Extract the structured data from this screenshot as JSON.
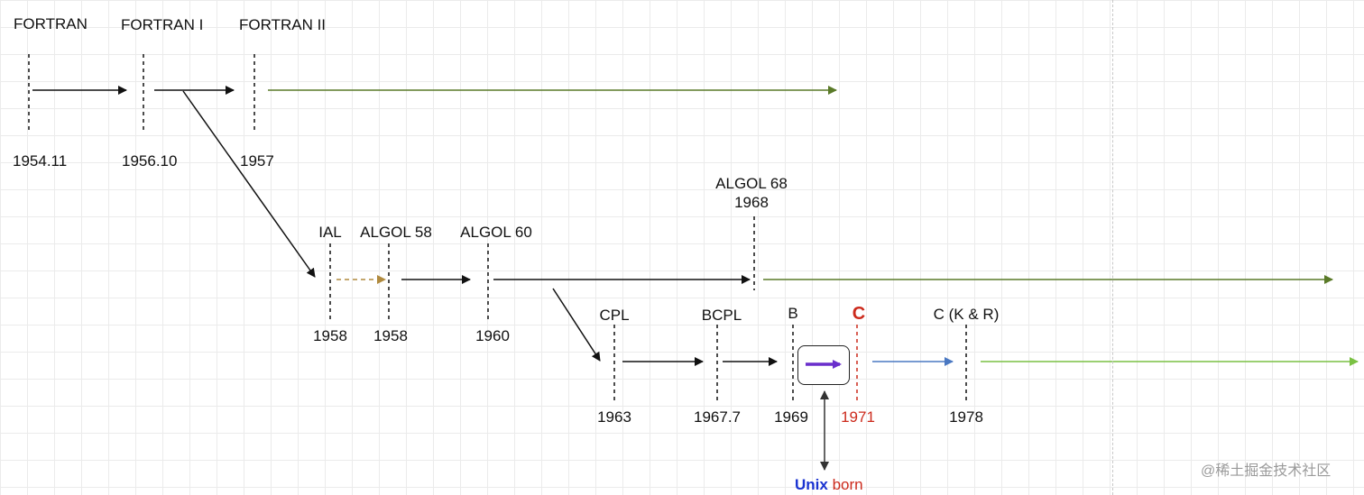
{
  "fortran": {
    "names": [
      "FORTRAN",
      "FORTRAN I",
      "FORTRAN II"
    ],
    "years": [
      "1954.11",
      "1956.10",
      "1957"
    ]
  },
  "algol": {
    "names": [
      "IAL",
      "ALGOL 58",
      "ALGOL 60"
    ],
    "years": [
      "1958",
      "1958",
      "1960"
    ],
    "algol68_name": "ALGOL 68",
    "algol68_year": "1968"
  },
  "c_family": {
    "names": [
      "CPL",
      "BCPL",
      "B",
      "C",
      "C (K & R)"
    ],
    "years": [
      "1963",
      "1967.7",
      "1969",
      "1971",
      "1978"
    ]
  },
  "unix": {
    "word": "Unix",
    "suffix": " born"
  },
  "watermark": "@稀土掘金技术社区",
  "colors": {
    "olive": "#5a7a28",
    "light_green": "#7ac143",
    "brown_dashed": "#b08a3e",
    "blue": "#4a78c2",
    "purple": "#6a2fcc",
    "red": "#cc2a1c",
    "grid": "#ebebeb"
  }
}
